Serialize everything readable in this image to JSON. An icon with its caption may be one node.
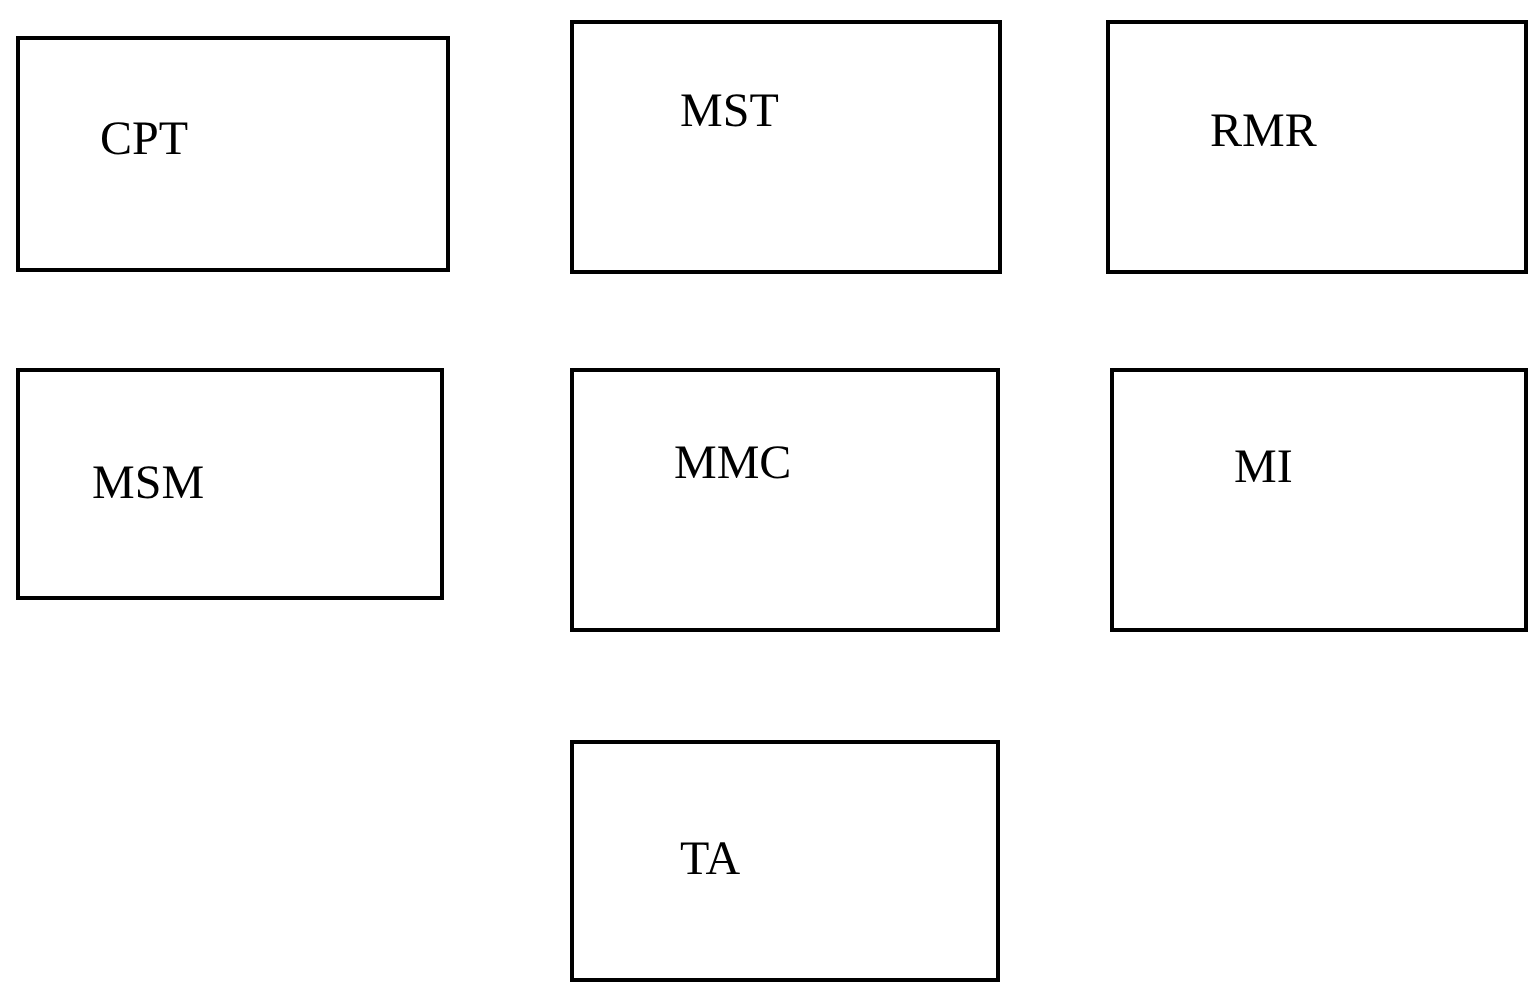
{
  "diagram": {
    "nodes": [
      {
        "text": [
          "CPT"
        ]
      },
      {
        "text": [
          "MST"
        ]
      },
      {
        "text": [
          "RMR"
        ]
      },
      {
        "text": [
          "MSM"
        ]
      },
      {
        "text": [
          "MMC"
        ]
      },
      {
        "text": [
          "MI"
        ]
      },
      {
        "text": [
          "TA"
        ]
      }
    ]
  }
}
